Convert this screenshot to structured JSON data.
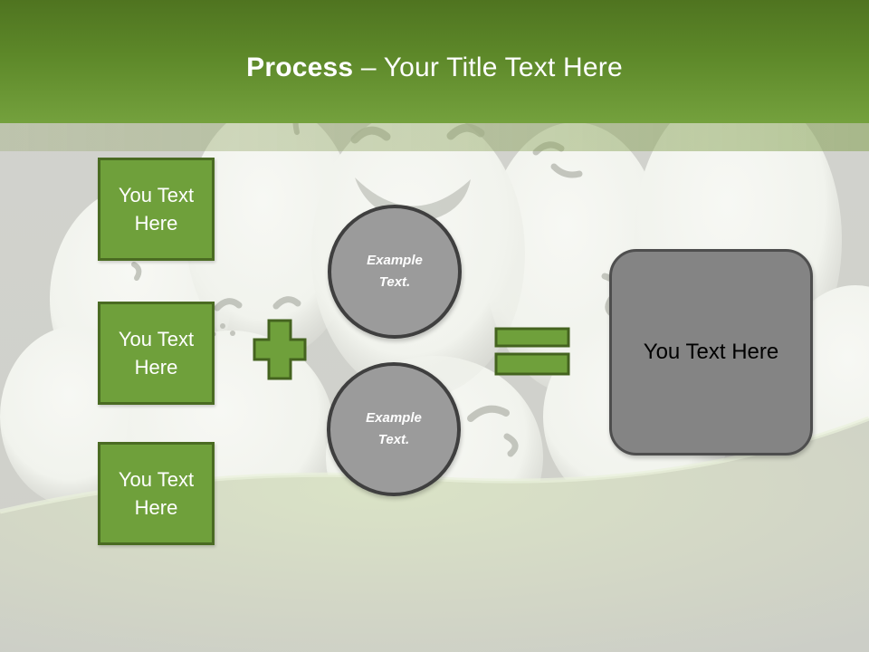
{
  "title": {
    "emphasis": "Process",
    "separator": " – ",
    "rest": "Your Title Text Here"
  },
  "diagram": {
    "input_boxes": [
      {
        "label": "You Text Here"
      },
      {
        "label": "You Text Here"
      },
      {
        "label": "You Text Here"
      }
    ],
    "icons": {
      "plus": "plus-icon",
      "equals": "equals-icon"
    },
    "step_circles": [
      {
        "label": "Example Text."
      },
      {
        "label": "Example Text."
      }
    ],
    "result_box": {
      "label": "You Text Here"
    }
  },
  "colors": {
    "header_green_top": "#4F7420",
    "header_green_bottom": "#74A13D",
    "shape_green_fill": "#6FA03B",
    "shape_green_border": "#4A6B22",
    "circle_gray_fill": "#9B9B9B",
    "circle_gray_border": "#3F3F3F",
    "result_gray_fill": "#848484",
    "result_gray_border": "#4E4E4E",
    "title_text": "#FFFFFF",
    "box_text": "#FFFFFF",
    "result_text": "#000000",
    "background_gray": "#D1D2CD",
    "bowl_green": "#D9E3C6"
  }
}
